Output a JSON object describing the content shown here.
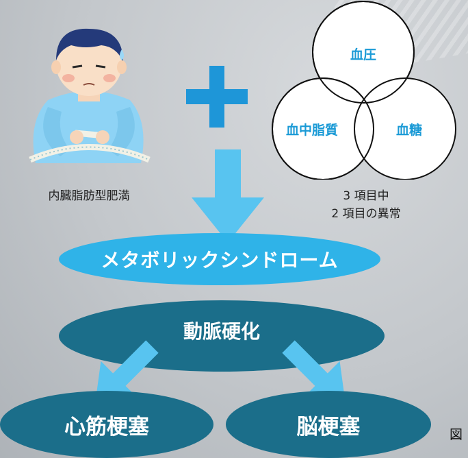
{
  "person": {
    "caption": "内臓脂肪型肥満"
  },
  "venn": {
    "labels": {
      "top": "血圧",
      "left": "血中脂質",
      "right": "血糖"
    },
    "caption_line1": "3 項目中",
    "caption_line2": "2 項目の異常"
  },
  "flow": {
    "syndrome": "メタボリックシンドローム",
    "cause": "動脈硬化",
    "outcome_left": "心筋梗塞",
    "outcome_right": "脳梗塞"
  },
  "figure_label": "図",
  "colors": {
    "light_blue": "#2fb3e8",
    "arrow_blue": "#58c4f0",
    "dark_teal": "#1b6e8a",
    "plus_blue": "#1e96d8"
  }
}
